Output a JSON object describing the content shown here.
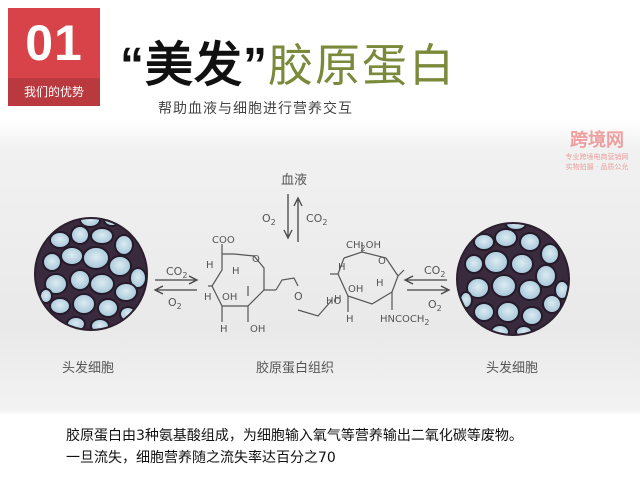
{
  "badge": {
    "number": "01",
    "label": "我们的优势"
  },
  "headline": {
    "quoted": "“美发”",
    "rest": "胶原蛋白"
  },
  "subtitle": "帮助血液与细胞进行营养交互",
  "watermark": {
    "title": "跨境网",
    "line1": "专业跨境电商营销网",
    "line2": "实物拍摄 · 品质公允"
  },
  "diagram": {
    "blood_label": "血液",
    "o2": "O",
    "o2_sub": "2",
    "co2": "CO",
    "co2_sub": "2",
    "left_ring": [
      "COO",
      "H",
      "H",
      "OH",
      "H",
      "H",
      "OH",
      "O"
    ],
    "right_ring": [
      "CH",
      "2",
      "OH",
      "H",
      "O",
      "H",
      "OH",
      "H",
      "H",
      "HNCOCH",
      "2",
      "HO"
    ],
    "bridge_o": "O"
  },
  "captions": {
    "left": "头发细胞",
    "center": "胶原蛋白组织",
    "right": "头发细胞"
  },
  "description": {
    "line1": "胶原蛋白由3种氨基酸组成，为细胞输入氧气等营养输出二氧化碳等废物。",
    "line2": "一旦流失，细胞营养随之流失率达百分之70"
  }
}
